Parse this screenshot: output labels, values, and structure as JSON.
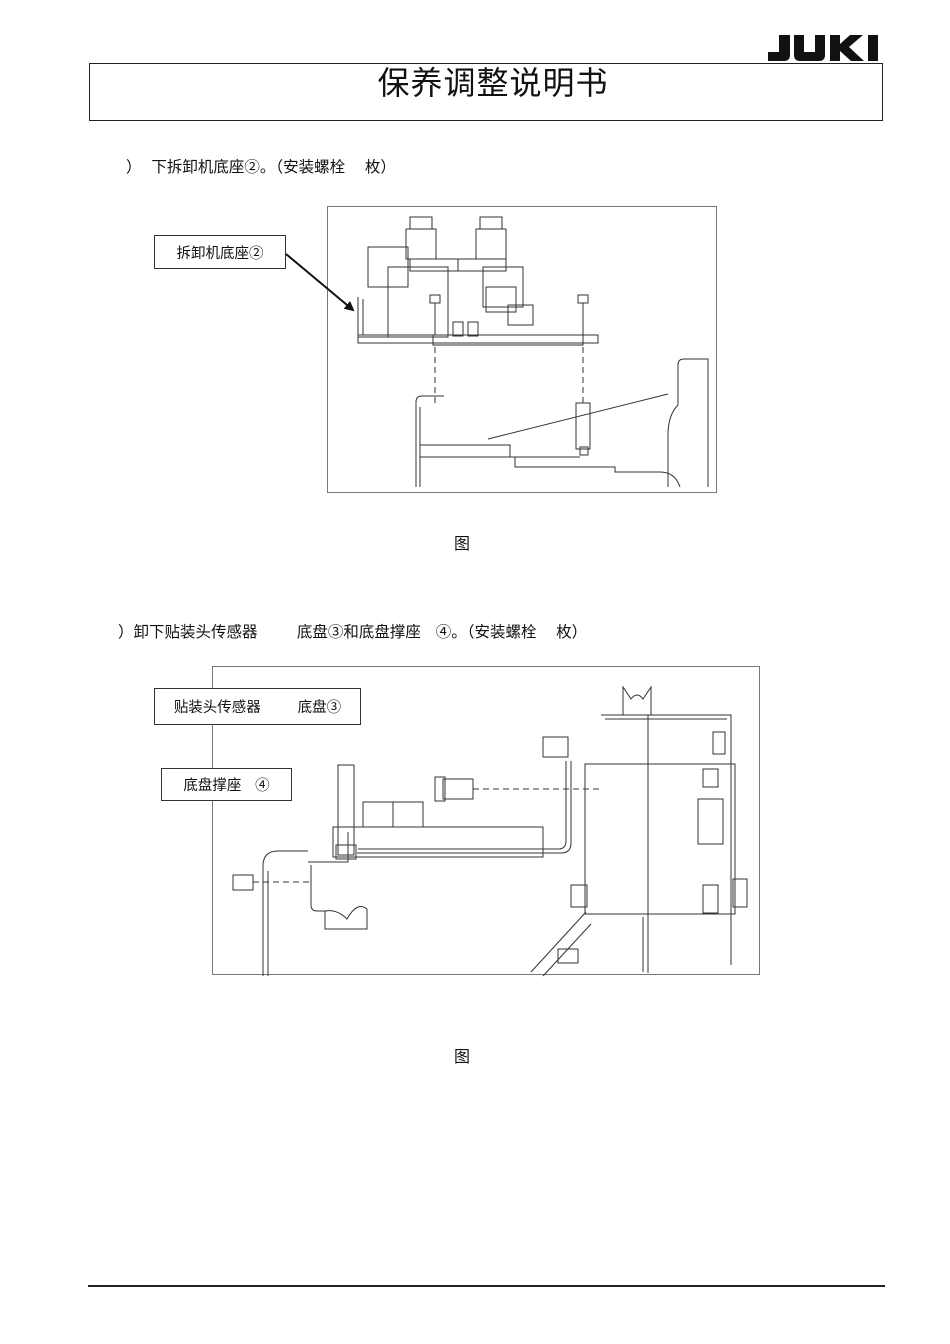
{
  "header": {
    "logo_text": "JUKI",
    "title": "保养调整说明书"
  },
  "steps": [
    {
      "text": "）  下拆卸机底座②。（安装螺栓    枚）",
      "callouts": [
        "拆卸机底座②"
      ],
      "caption": "图"
    },
    {
      "text": "）卸下贴装头传感器        底盘③和底盘撑座   ④。（安装螺栓    枚）",
      "callouts": [
        "贴装头传感器        底盘③",
        "底盘撑座   ④"
      ],
      "caption": "图"
    }
  ]
}
